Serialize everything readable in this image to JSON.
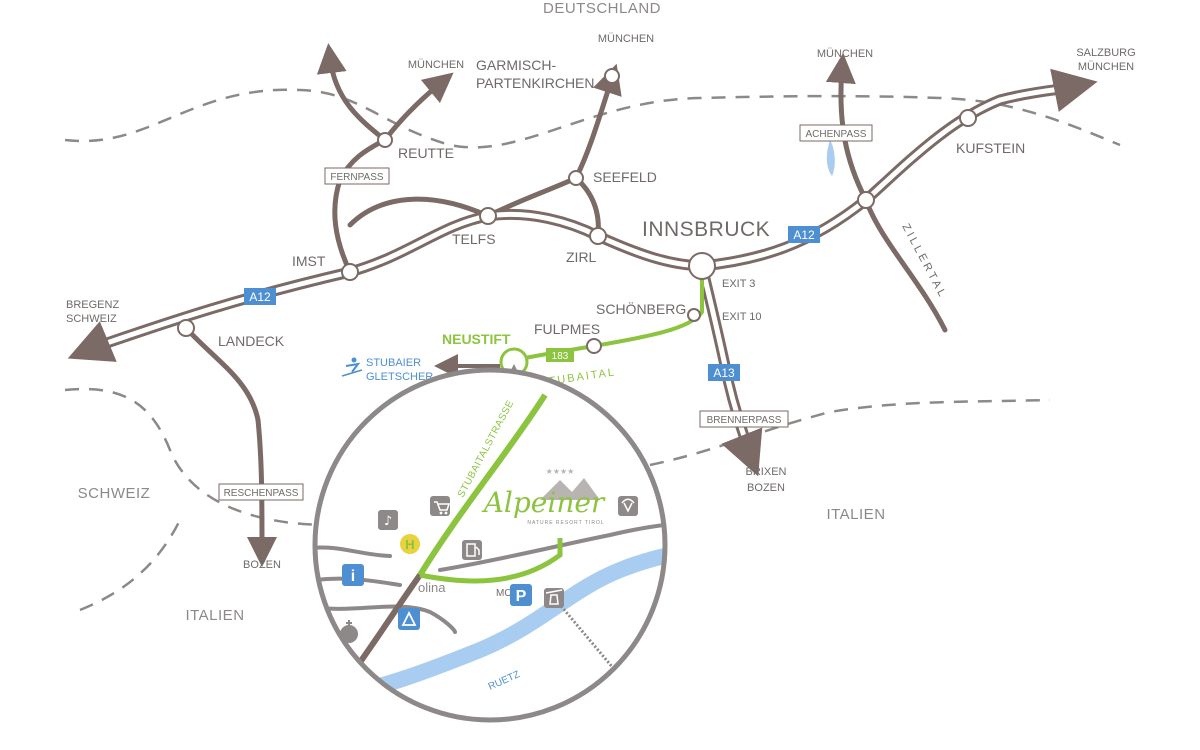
{
  "countries": {
    "top": "DEUTSCHLAND",
    "left": "SCHWEIZ",
    "bottom_left": "ITALIEN",
    "right": "ITALIEN"
  },
  "destinations": {
    "munchen_1": "MÜNCHEN",
    "garmisch": [
      "GARMISCH-",
      "PARTENKIRCHEN"
    ],
    "munchen_2": "MÜNCHEN",
    "munchen_3": "MÜNCHEN",
    "salzburg": [
      "SALZBURG",
      "MÜNCHEN"
    ],
    "bregenz": [
      "BREGENZ",
      "SCHWEIZ"
    ],
    "bozen": "BOZEN",
    "brixen": [
      "BRIXEN",
      "BOZEN"
    ]
  },
  "towns": {
    "reutte": "REUTTE",
    "imst": "IMST",
    "telfs": "TELFS",
    "zirl": "ZIRL",
    "seefeld": "SEEFELD",
    "innsbruck": "INNSBRUCK",
    "kufstein": "KUFSTEIN",
    "landeck": "LANDECK",
    "schonberg": "SCHÖNBERG",
    "fulpmes": "FULPMES",
    "neustift": "NEUSTIFT",
    "zillertal": "ZILLERTAL"
  },
  "passes": {
    "fernpass": "FERNPASS",
    "achenpass": "ACHENPASS",
    "reschenpass": "RESCHENPASS",
    "brennerpass": "BRENNERPASS"
  },
  "highways": {
    "a12_left": "A12",
    "a12_right": "A12",
    "a13": "A13",
    "route_183": "183"
  },
  "exits": {
    "exit3": "EXIT 3",
    "exit10": "EXIT 10"
  },
  "valley": "STUBAITAL",
  "glacier": [
    "STUBAIER",
    "GLETSCHER"
  ],
  "inset": {
    "road": "STUBAITALSTRASSE",
    "moos": "MOOS",
    "river": "RUETZ",
    "olina": "olina",
    "brand": "Alpeiner",
    "brand_sub": "NATURE RESORT TIROL",
    "icons": {
      "info": "i",
      "hotel": "H",
      "parking": "P"
    }
  },
  "colors": {
    "road": "#7b6a66",
    "green": "#8cc43f",
    "blue_shield": "#4d8fd1",
    "river": "#a9cdf0",
    "border": "#8d8988",
    "icon_grey": "#8d8988"
  }
}
